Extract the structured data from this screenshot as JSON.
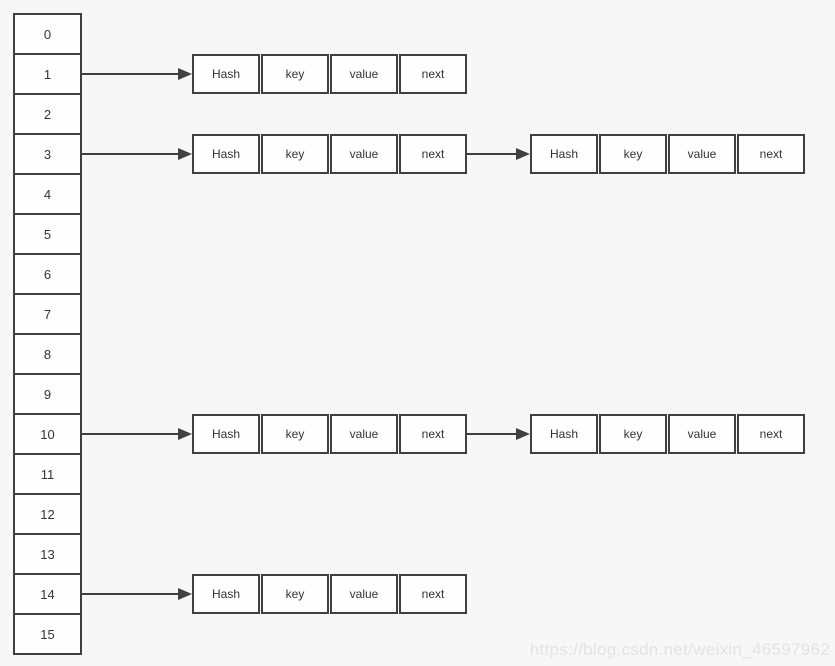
{
  "diagram": {
    "type": "hashmap-bucket-array-with-linked-lists",
    "array": {
      "buckets": [
        "0",
        "1",
        "2",
        "3",
        "4",
        "5",
        "6",
        "7",
        "8",
        "9",
        "10",
        "11",
        "12",
        "13",
        "14",
        "15"
      ]
    },
    "node_fields": [
      "Hash",
      "key",
      "value",
      "next"
    ],
    "chains": [
      {
        "bucket": 1,
        "nodes": 1
      },
      {
        "bucket": 3,
        "nodes": 2
      },
      {
        "bucket": 10,
        "nodes": 2
      },
      {
        "bucket": 14,
        "nodes": 1
      }
    ]
  },
  "watermark": {
    "text": "https://blog.csdn.net/weixin_46597962"
  },
  "colors": {
    "background": "#f7f7f7",
    "cell_background": "#fefefe",
    "line": "#404040",
    "text": "#333333",
    "watermark": "#e3e3e3"
  }
}
